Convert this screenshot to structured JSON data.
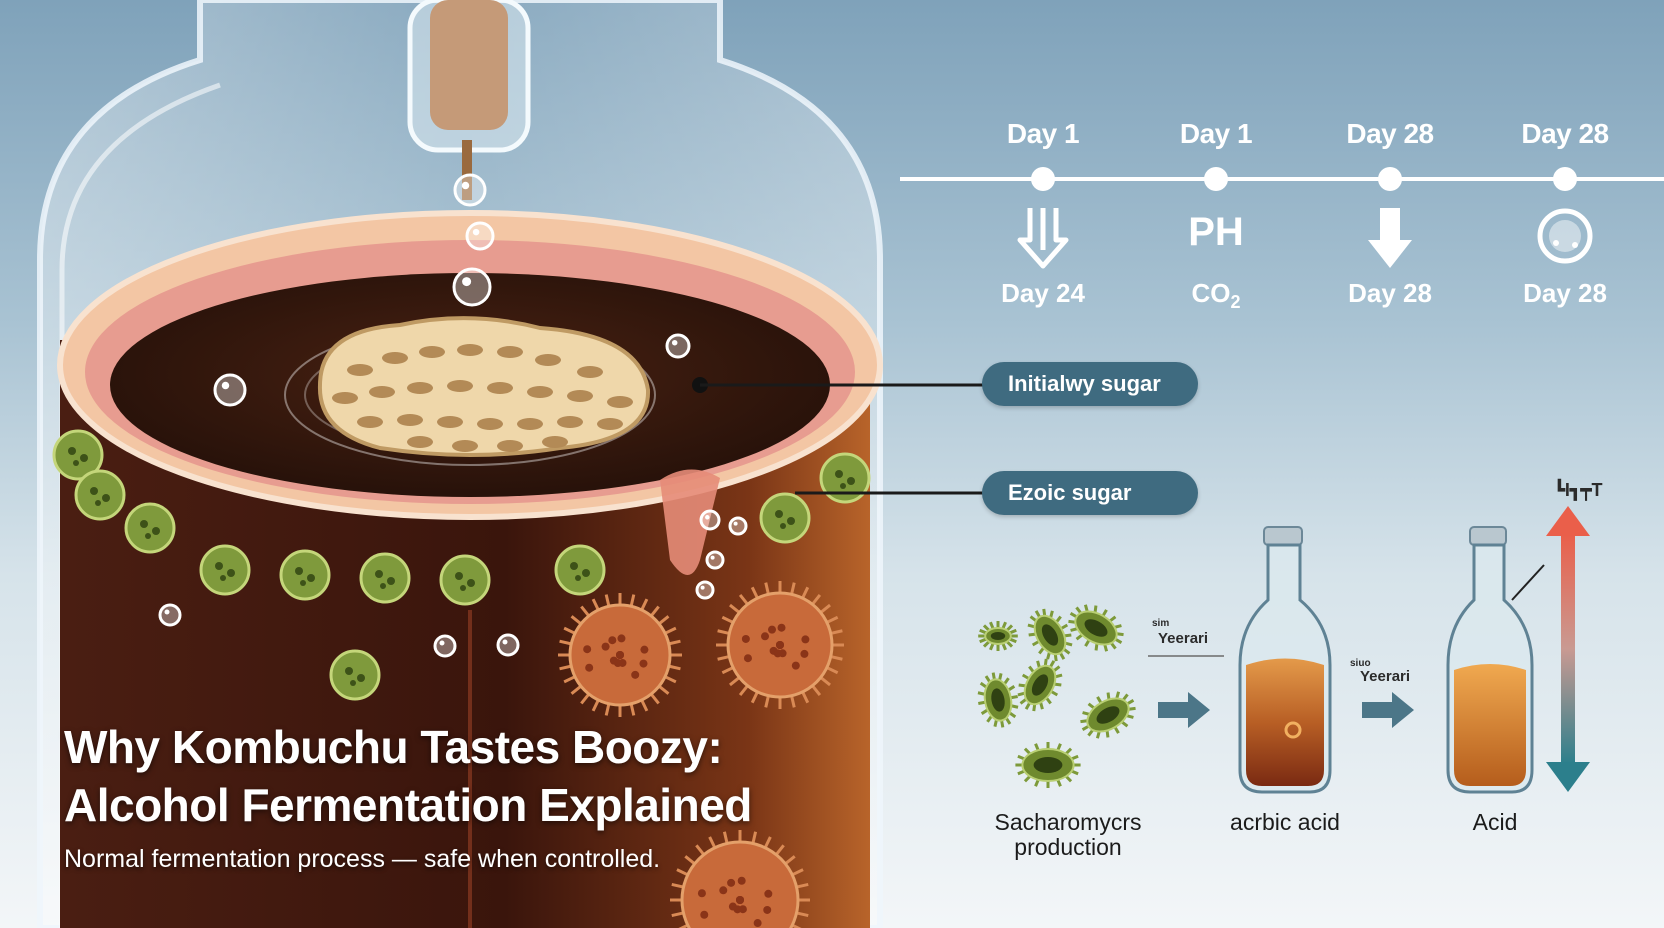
{
  "timeline": {
    "top_labels": [
      "Day 1",
      "Day 1",
      "Day 28",
      "Day 28"
    ],
    "ph_label": "PH",
    "bottom_labels": [
      "Day 24",
      "CO",
      "Day 28",
      "Day 28"
    ],
    "co2_subscript": "2",
    "icons": [
      "double-down-arrow-icon",
      "ph-text",
      "down-arrow-icon",
      "bubble-circle-icon"
    ]
  },
  "callouts": {
    "initial_sugar": "Initialwy sugar",
    "exotic_sugar": "Ezoic sugar"
  },
  "process": {
    "yeast_label": "Sacharomycrs production",
    "yeast_label_lines": [
      "Sacharomycrs",
      "production"
    ],
    "arrow1_top_small": "sim",
    "arrow1_label": "Yeerari",
    "bottle1_label": "acrbic acid",
    "arrow2_top_small": "siuo",
    "arrow2_label": "Yeerari",
    "bottle2_label": "Acid",
    "scale_label": "┗I┓┯T"
  },
  "title_lines": [
    "Why Kombuchu Tastes Boozy:",
    "Alcohol Fermentation Explained"
  ],
  "subtitle": "Normal fermentation process — safe when controlled.",
  "colors": {
    "liquid": "#3a1a10",
    "pill": "#3f6b80",
    "gauge_top": "#e8604c",
    "gauge_bottom": "#2f7e8c",
    "yeast_green": "#6f8a2e",
    "bacteria_orange": "#c8683a"
  }
}
